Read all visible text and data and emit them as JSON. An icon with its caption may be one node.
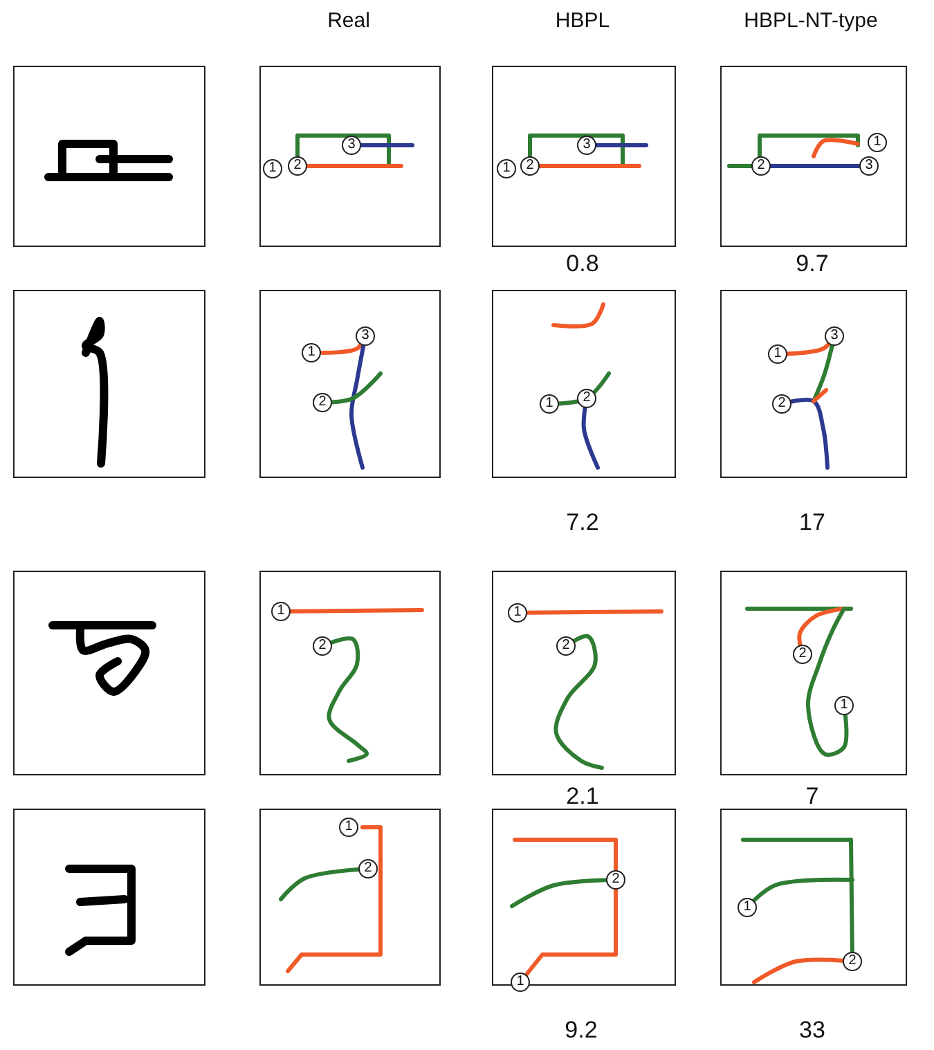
{
  "diagram": {
    "labels": [
      "Real",
      "HBPL",
      "HBPL-NT-type",
      "1",
      "2",
      "3",
      "1",
      "2",
      "3",
      "1",
      "2",
      "3",
      "0.8",
      "9.7",
      "1",
      "3",
      "2",
      "1",
      "2",
      "1",
      "3",
      "2",
      "7.2",
      "17",
      "1",
      "2",
      "1",
      "2",
      "2",
      "1",
      "2.1",
      "7",
      "1",
      "2",
      "2",
      "1",
      "1",
      "2",
      "9.2",
      "33"
    ]
  }
}
